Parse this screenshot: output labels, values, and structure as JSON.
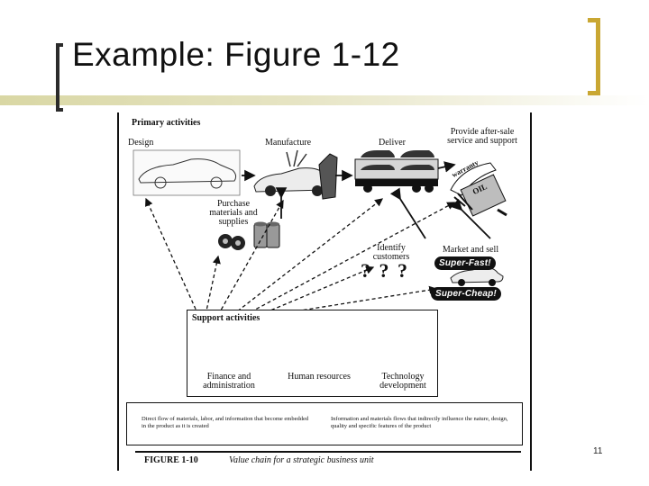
{
  "slide": {
    "title": "Example: Figure 1-12",
    "page_number": "11"
  },
  "figure": {
    "primary_heading": "Primary activities",
    "primary": {
      "design": "Design",
      "manufacture": "Manufacture",
      "deliver": "Deliver",
      "after_sale": "Provide after-sale service and support",
      "purchase": "Purchase materials and supplies",
      "identify": "Identify customers",
      "market": "Market and sell"
    },
    "illustration_text": {
      "warranty": "warranty",
      "oil": "OIL",
      "question_marks": "? ? ?",
      "super_fast": "Super-Fast!",
      "super_cheap": "Super-Cheap!"
    },
    "support_heading": "Support activities",
    "support": {
      "finance": "Finance and administration",
      "hr": "Human resources",
      "tech": "Technology development"
    },
    "legend": {
      "solid": "Direct flow of materials, labor, and information that become embedded in the product as it is created",
      "dashed": "Information and materials flows that indirectly influence the nature, design, quality and specific features of the product"
    },
    "caption": {
      "label": "FIGURE 1-10",
      "text": "Value chain for a strategic business unit"
    }
  }
}
